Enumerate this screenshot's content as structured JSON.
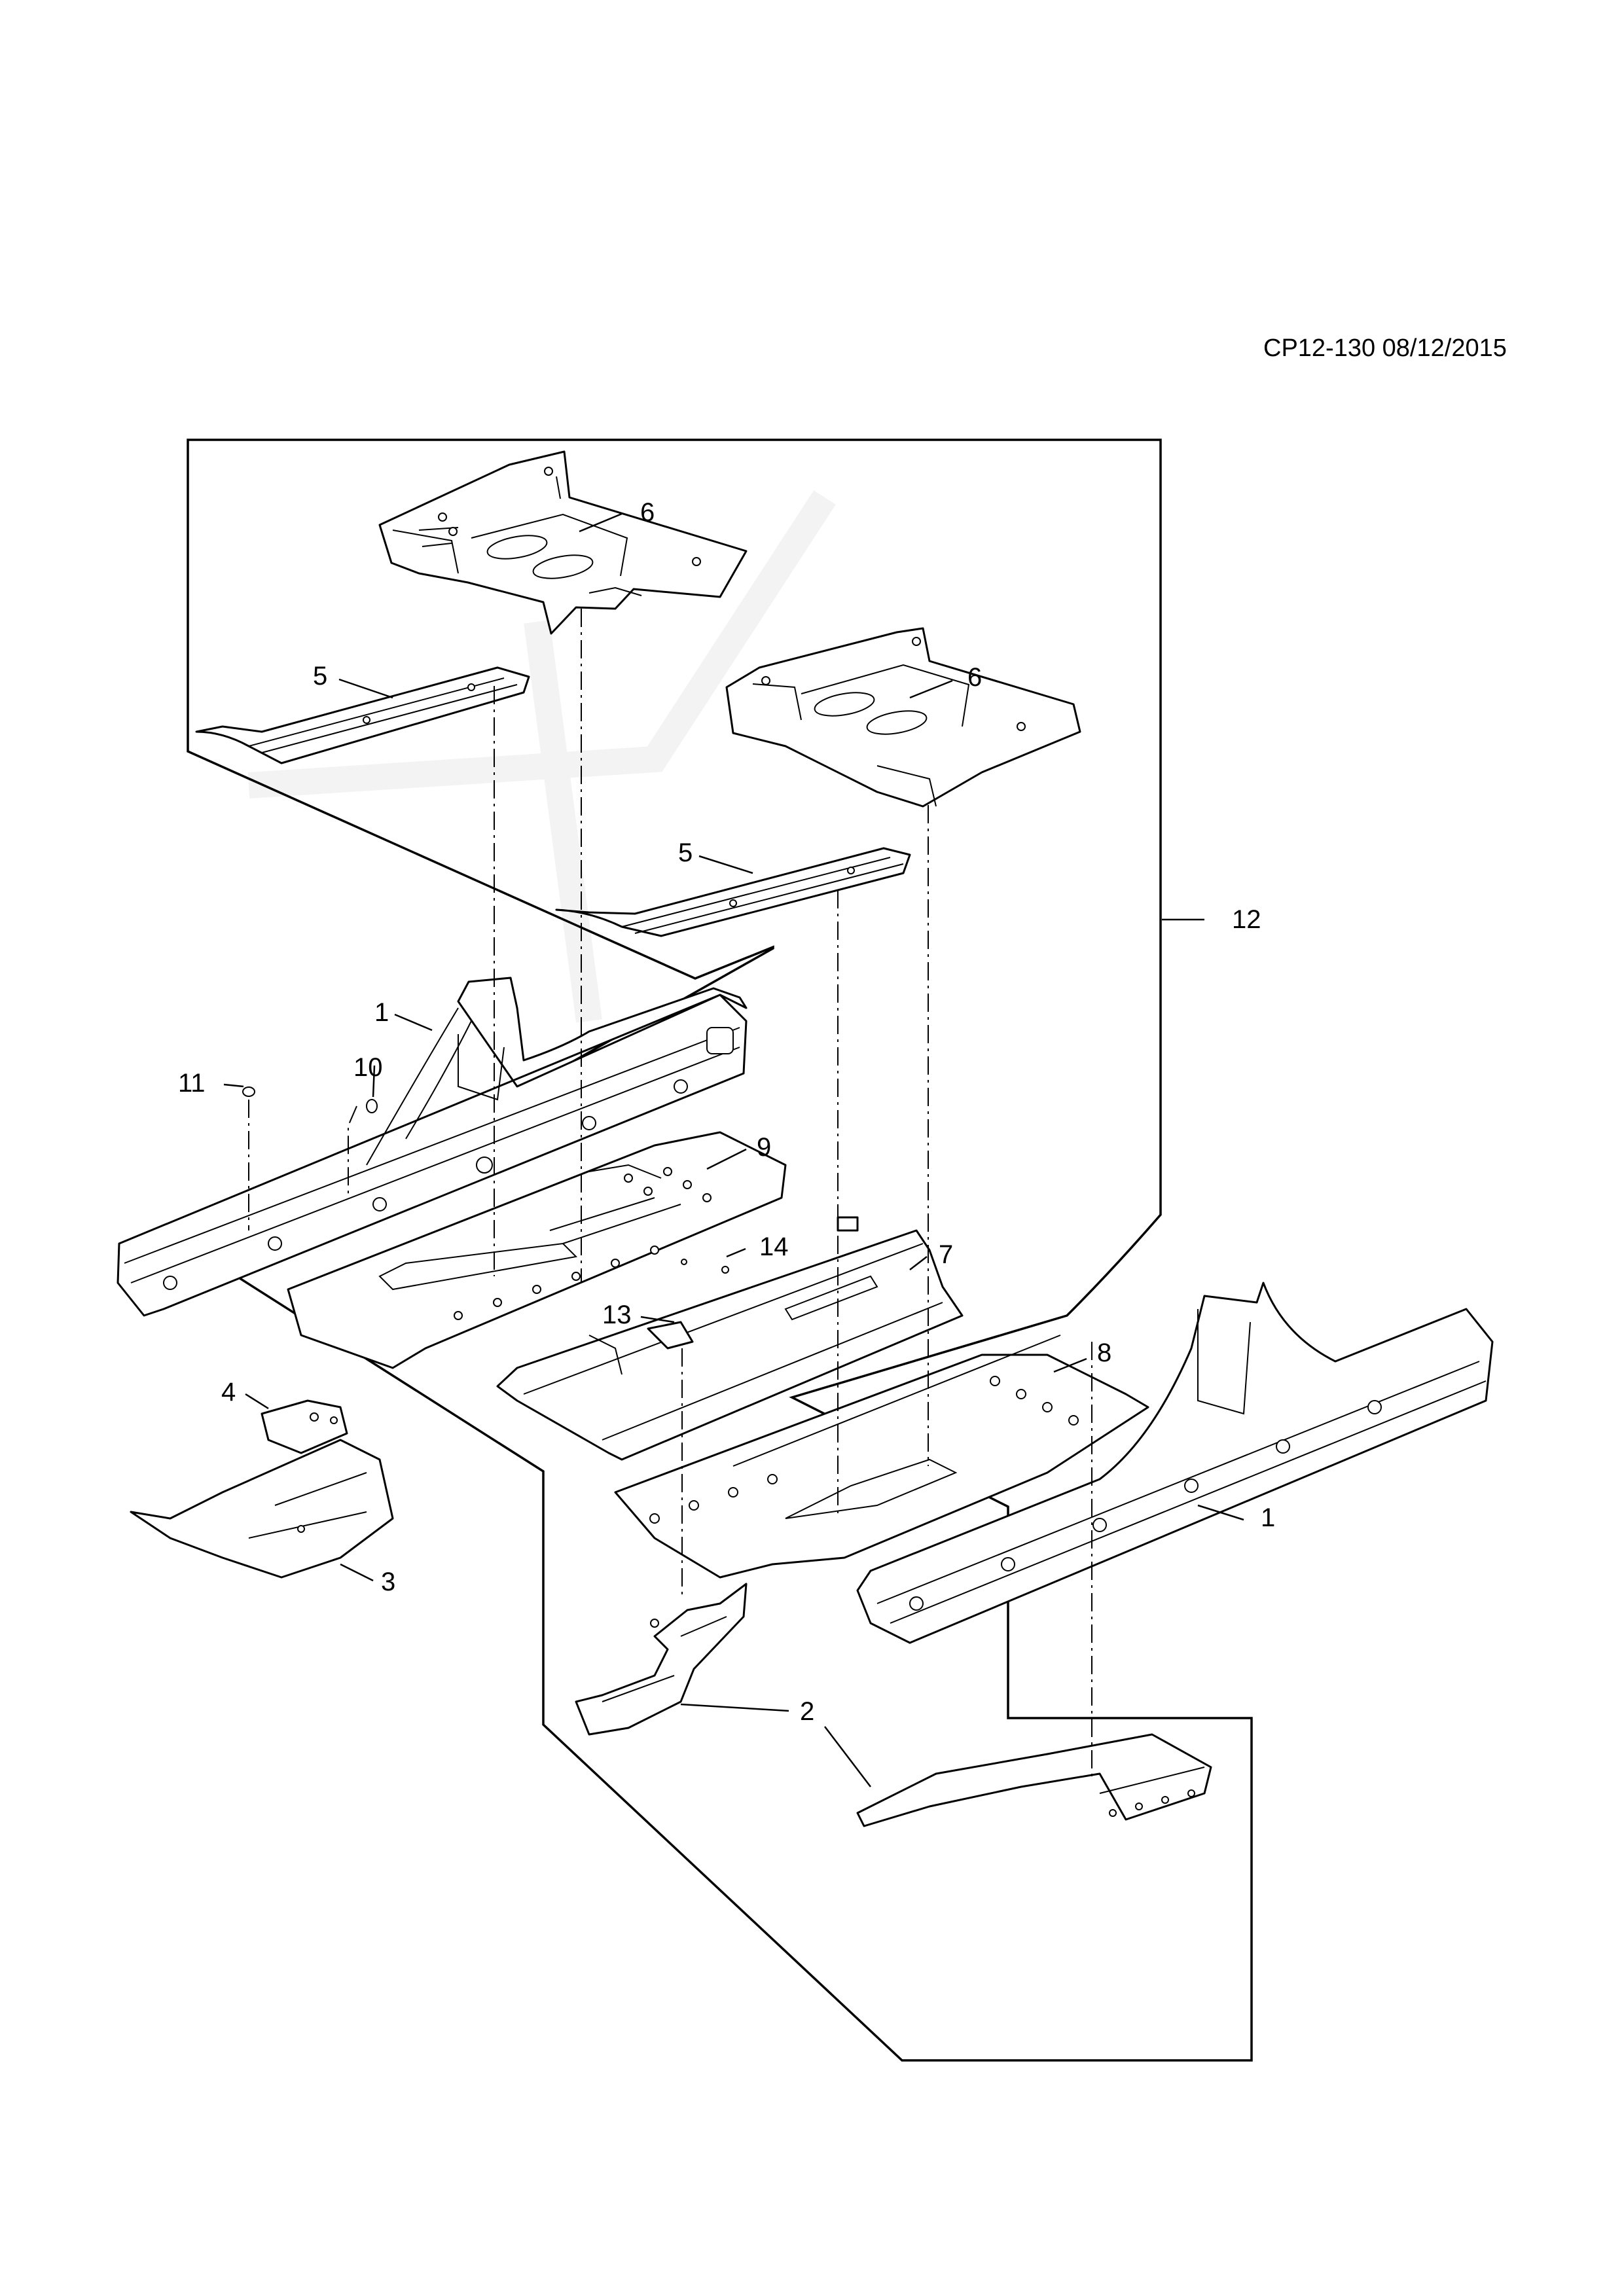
{
  "document_code": "CP12-130 08/12/2015",
  "callouts": [
    "6",
    "5",
    "6",
    "5",
    "12",
    "1",
    "10",
    "11",
    "9",
    "14",
    "7",
    "13",
    "8",
    "4",
    "3",
    "1",
    "2"
  ]
}
